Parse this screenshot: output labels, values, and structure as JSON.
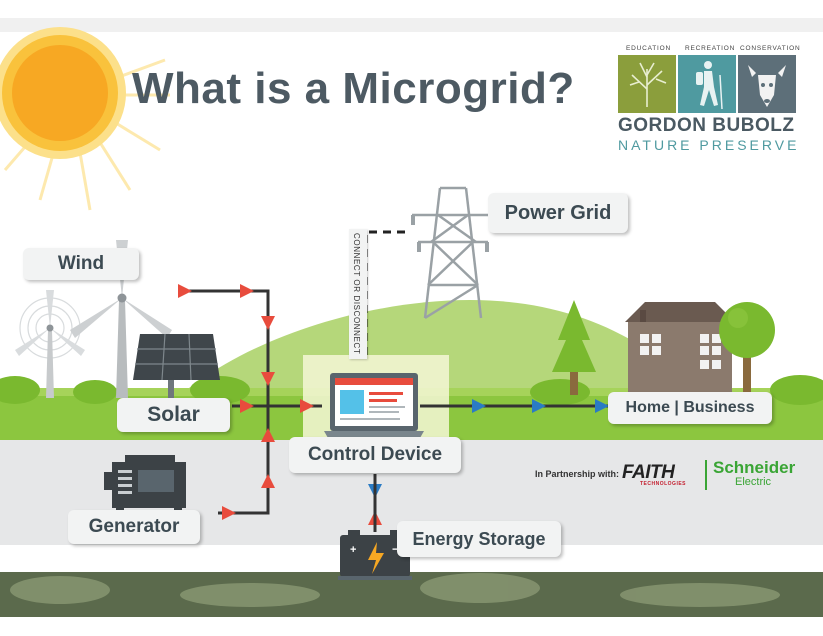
{
  "title": "What is a Microgrid?",
  "labels": {
    "wind": "Wind",
    "solar": "Solar",
    "generator": "Generator",
    "power_grid": "Power Grid",
    "control_device": "Control Device",
    "home_business": "Home | Business",
    "energy_storage": "Energy Storage",
    "connect_disconnect": "CONNECT OR DISCONNECT"
  },
  "logo": {
    "tagline_1": "EDUCATION",
    "tagline_2": "RECREATION",
    "tagline_3": "CONSERVATION",
    "name": "GORDON BUBOLZ",
    "subtitle": "NATURE PRESERVE"
  },
  "partnership": {
    "label": "In Partnership with:",
    "partner_1": "FAITH",
    "partner_1_sub": "TECHNOLOGIES",
    "partner_2": "Schneider",
    "partner_2_sub": "Electric"
  },
  "colors": {
    "sky": "#ffffff",
    "grass": "#8cc63f",
    "hill": "#b5d77a",
    "ground": "#e6e7e8",
    "arrow_in": "#e84c3d",
    "arrow_out": "#2a7bc4",
    "sun": "#f7a823",
    "logo_green": "#8b9e3c",
    "logo_teal": "#4f9aa0",
    "logo_gray": "#5d6f79"
  }
}
